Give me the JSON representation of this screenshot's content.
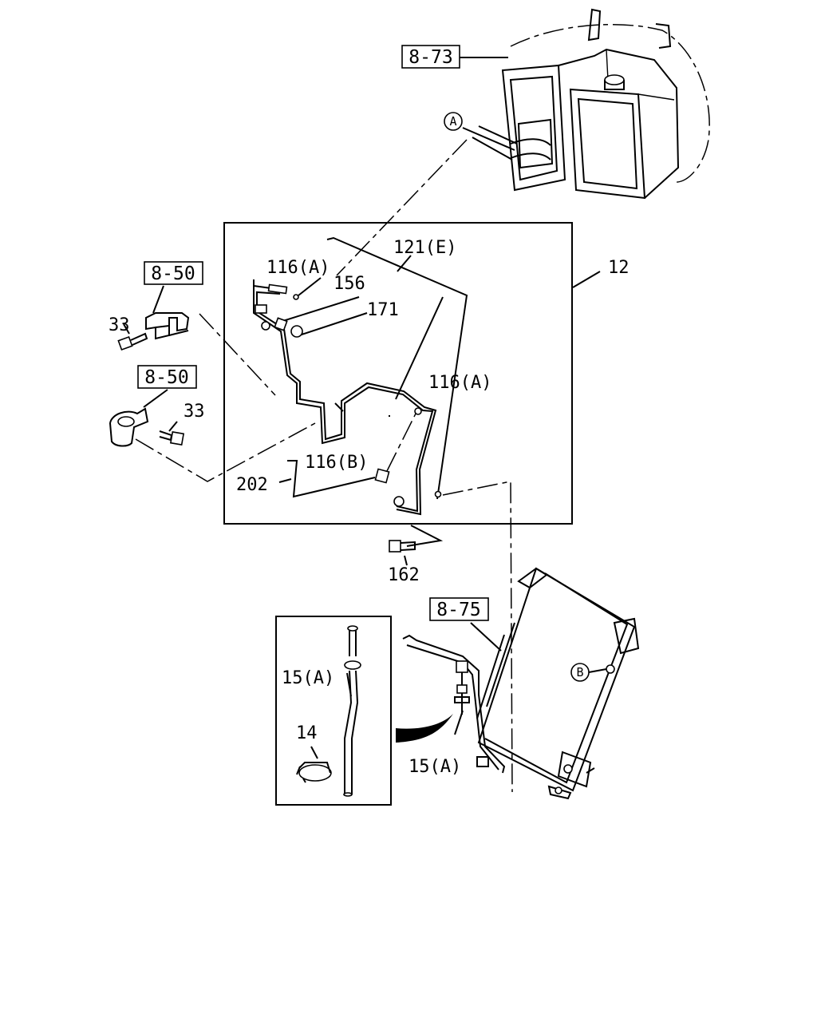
{
  "colors": {
    "line": "#000000",
    "background": "#ffffff"
  },
  "references": {
    "ref_8_73": "8-73",
    "ref_8_50_top": "8-50",
    "ref_8_50_bottom": "8-50",
    "ref_8_75": "8-75"
  },
  "circled": {
    "a": "A",
    "b": "B"
  },
  "labels": {
    "p12": "12",
    "p116a_top": "116(A)",
    "p121e": "121(E)",
    "p156": "156",
    "p171": "171",
    "p116a_right": "116(A)",
    "p116b": "116(B)",
    "p202": "202",
    "p162": "162",
    "p33_top": "33",
    "p33_bottom": "33",
    "p15a_inset": "15(A)",
    "p14": "14",
    "p15a_main": "15(A)"
  }
}
